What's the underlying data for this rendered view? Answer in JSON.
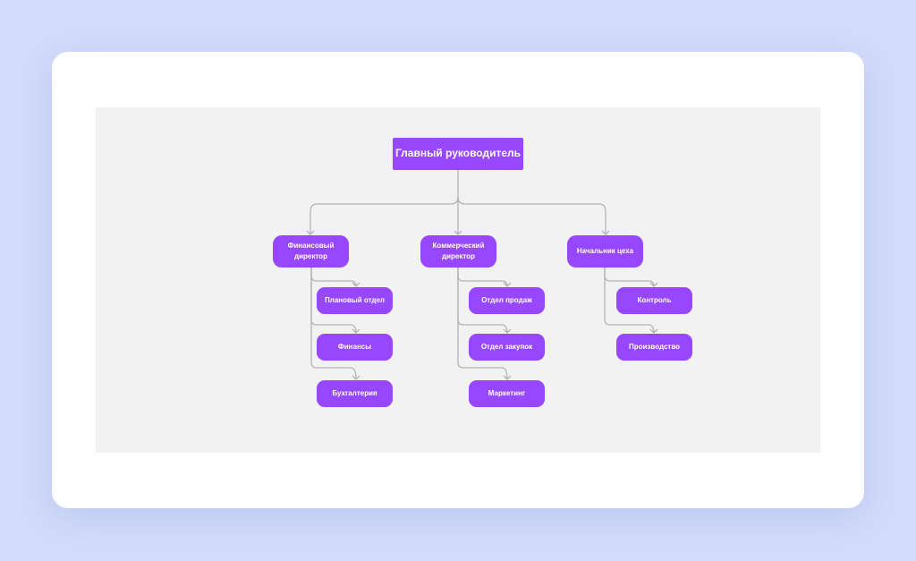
{
  "diagram": {
    "root": "Главный руководитель",
    "branches": [
      {
        "id": "fin",
        "label": "Финансовый\nдиректор",
        "children": [
          "Плановый отдел",
          "Финансы",
          "Бухгалтерия"
        ]
      },
      {
        "id": "com",
        "label": "Коммерческий\nдиректор",
        "children": [
          "Отдел продаж",
          "Отдел закупок",
          "Маркетинг"
        ]
      },
      {
        "id": "prod",
        "label": "Начальник цеха",
        "children": [
          "Контроль",
          "Производство"
        ]
      }
    ]
  },
  "colors": {
    "page_background": "#d3dcfa",
    "card": "#ffffff",
    "canvas": "#f2f2f2",
    "node": "#9747ff",
    "node_text": "#ffffff",
    "connector": "#b3b3b3"
  }
}
